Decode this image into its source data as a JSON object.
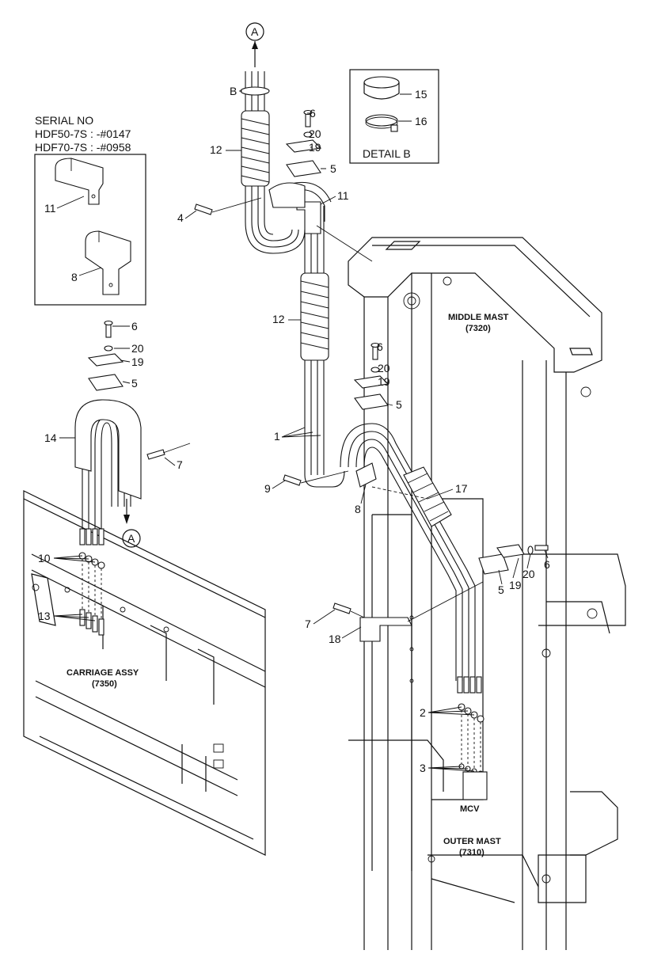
{
  "serial_block": {
    "heading": "SERIAL NO",
    "line1": "HDF50-7S : -#0147",
    "line2": "HDF70-7S : -#0958"
  },
  "detail_b": {
    "title": "DETAIL B"
  },
  "section_labels": {
    "middle_mast_name": "MIDDLE MAST",
    "middle_mast_code": "(7320)",
    "outer_mast_name": "OUTER MAST",
    "outer_mast_code": "(7310)",
    "carriage_name": "CARRIAGE ASSY",
    "carriage_code": "(7350)",
    "mcv": "MCV"
  },
  "refs": {
    "a": "A",
    "b": "B"
  },
  "part_numbers": {
    "p1": "1",
    "p2": "2",
    "p3": "3",
    "p4": "4",
    "p5": "5",
    "p6": "6",
    "p7": "7",
    "p8": "8",
    "p9": "9",
    "p10": "10",
    "p11": "11",
    "p12": "12",
    "p13": "13",
    "p14": "14",
    "p15": "15",
    "p16": "16",
    "p17": "17",
    "p18": "18",
    "p19": "19",
    "p20": "20"
  }
}
